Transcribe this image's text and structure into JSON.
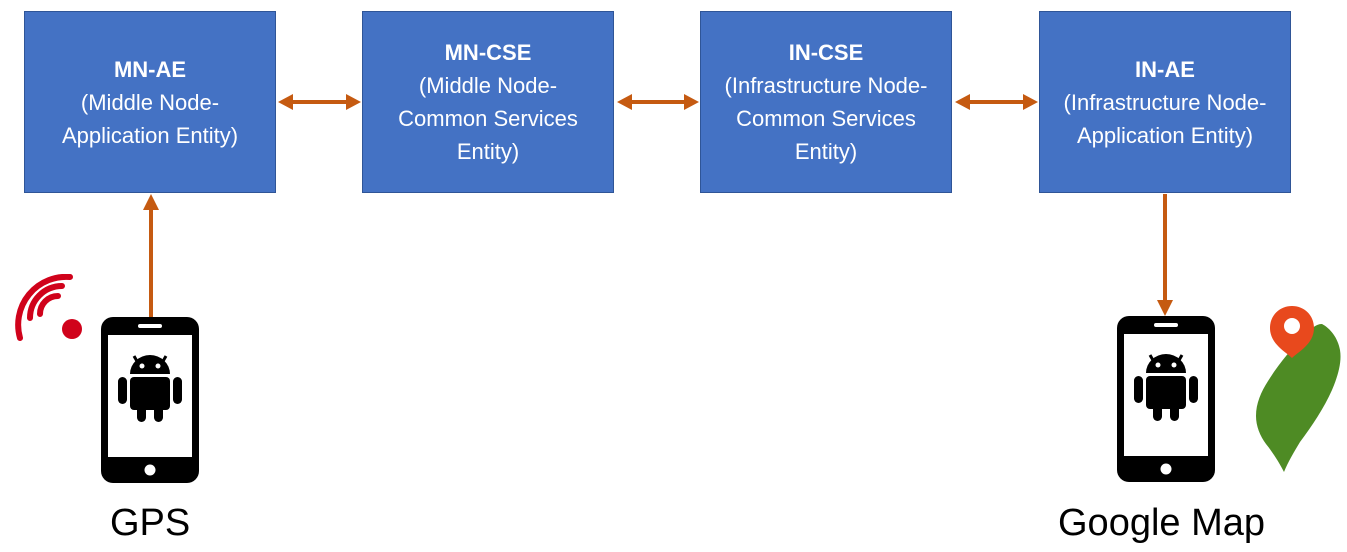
{
  "nodes": [
    {
      "title": "MN-AE",
      "body": "(Middle Node-Application Entity)"
    },
    {
      "title": "MN-CSE",
      "body": "(Middle Node-Common Services Entity)"
    },
    {
      "title": "IN-CSE",
      "body": "(Infrastructure Node-Common Services Entity)"
    },
    {
      "title": "IN-AE",
      "body": "(Infrastructure Node-Application Entity)"
    }
  ],
  "captions": {
    "left": "GPS",
    "right": "Google Map"
  },
  "icons": {
    "left_device": "android-phone-icon",
    "signal": "wireless-signal-icon",
    "right_device": "android-phone-icon",
    "map": "map-pin-taiwan-icon"
  },
  "colors": {
    "node_fill": "#4472c4",
    "arrow": "#c55a11",
    "signal": "#d0021b",
    "pin": "#e8491d",
    "land": "#4e8b24"
  }
}
